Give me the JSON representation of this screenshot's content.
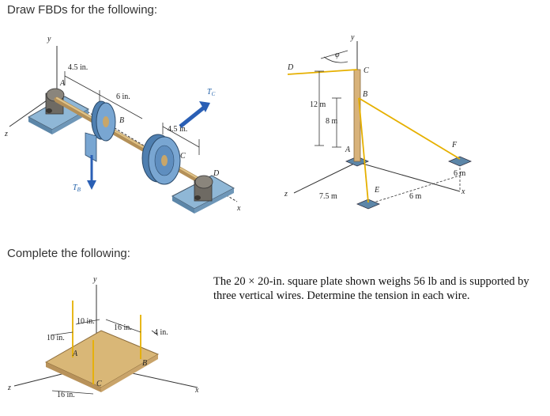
{
  "headings": {
    "top": "Draw FBDs for the following:",
    "bottom": "Complete the following:"
  },
  "figure_shaft": {
    "axis_y": "y",
    "axis_z": "z",
    "axis_x": "x",
    "dim_a": "4.5 in.",
    "dim_b": "6 in.",
    "dim_c": "4.5 in.",
    "point_a": "A",
    "point_b": "B",
    "point_c": "C",
    "point_d": "D",
    "force_c": "T",
    "force_c_sub": "C",
    "force_b": "T",
    "force_b_sub": "B"
  },
  "figure_pole": {
    "axis_y": "y",
    "axis_z": "z",
    "axis_x": "x",
    "point_d": "D",
    "point_c": "C",
    "point_b": "B",
    "point_a": "A",
    "point_e": "E",
    "point_f": "F",
    "angle": "φ",
    "dim_12": "12 m",
    "dim_8": "8 m",
    "dim_75": "7.5 m",
    "dim_6a": "6 m",
    "dim_6b": "6 m"
  },
  "figure_plate": {
    "axis_y": "y",
    "axis_z": "z",
    "axis_x": "x",
    "dim_10a": "10 in.",
    "dim_10b": "10 in.",
    "dim_16a": "16 in.",
    "dim_16b": "16 in.",
    "dim_4": "4 in.",
    "point_a": "A",
    "point_b": "B",
    "point_c": "C"
  },
  "problem_text": "The 20 × 20-in. square plate shown weighs 56 lb and is supported by three vertical wires. Determine the tension in each wire."
}
